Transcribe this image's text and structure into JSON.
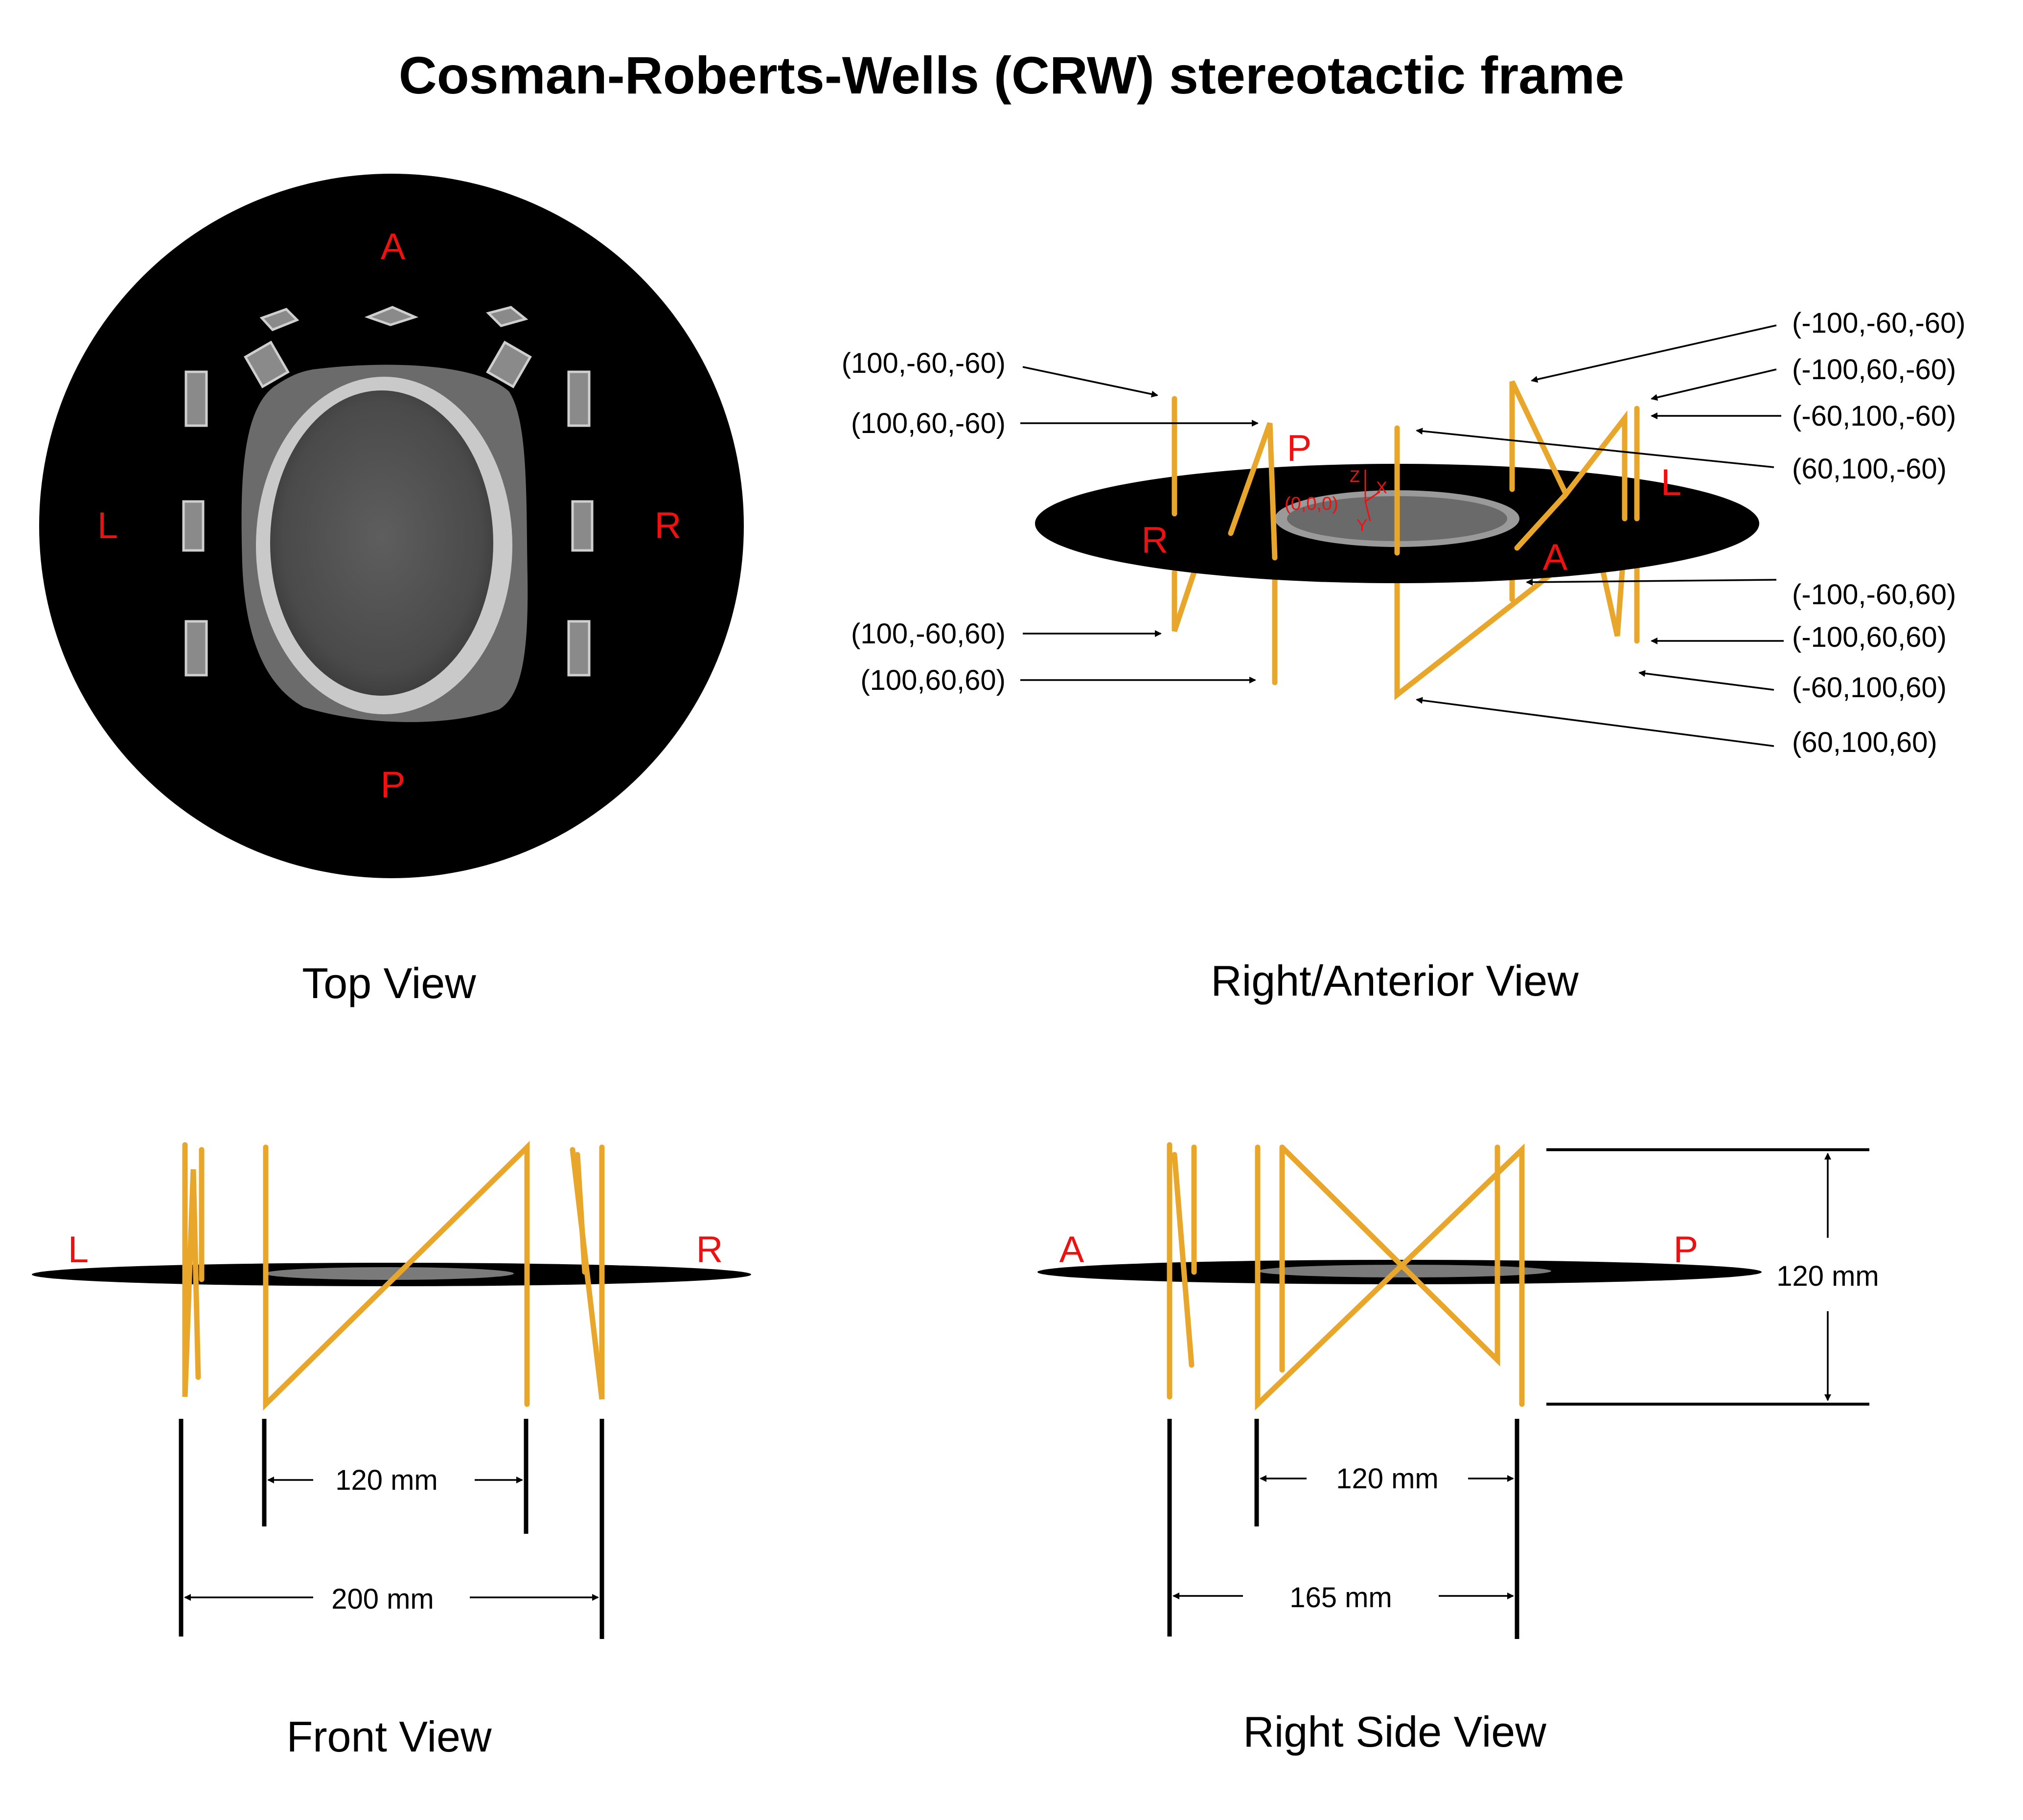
{
  "title": "Cosman-Roberts-Wells (CRW) stereotactic frame",
  "colors": {
    "rod": "#e8a62a",
    "rod_dark": "#a56c12",
    "orientation_label": "#ee1111",
    "background": "#ffffff",
    "scan": "#000000"
  },
  "top_view": {
    "caption": "Top View",
    "orientation": {
      "anterior": "A",
      "posterior": "P",
      "left": "L",
      "right": "R"
    }
  },
  "oblique_view": {
    "caption": "Right/Anterior View",
    "orientation": {
      "right": "R",
      "posterior": "P",
      "left": "L",
      "anterior": "A"
    },
    "axes": {
      "origin": "(0,0,0)",
      "x": "X",
      "y": "Y",
      "z": "Z"
    },
    "callouts_left": [
      "(100,-60,-60)",
      "(100,60,-60)",
      "(100,-60,60)",
      "(100,60,60)"
    ],
    "callouts_right": [
      "(-100,-60,-60)",
      "(-100,60,-60)",
      "(-60,100,-60)",
      "(60,100,-60)",
      "(-100,-60,60)",
      "(-100,60,60)",
      "(-60,100,60)",
      "(60,100,60)"
    ]
  },
  "front_view": {
    "caption": "Front View",
    "orientation": {
      "left": "L",
      "right": "R"
    },
    "dimensions": {
      "inner": "120 mm",
      "outer": "200 mm"
    }
  },
  "side_view": {
    "caption": "Right Side View",
    "orientation": {
      "anterior": "A",
      "posterior": "P"
    },
    "dimensions": {
      "inner": "120 mm",
      "outer": "165 mm",
      "height": "120 mm"
    }
  }
}
